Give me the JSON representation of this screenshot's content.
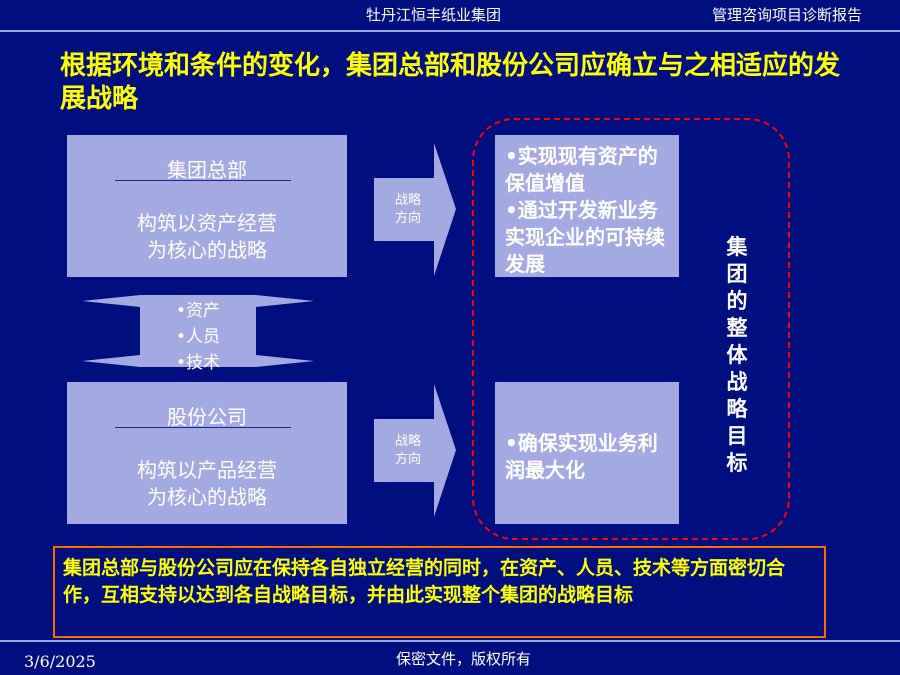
{
  "header": {
    "company": "牡丹江恒丰纸业集团",
    "report": "管理咨询项目诊断报告"
  },
  "title": "根据环境和条件的变化，集团总部和股份公司应确立与之相适应的发展战略",
  "boxes": {
    "hq": {
      "heading": "集团总部",
      "body_line1": "构筑以资产经营",
      "body_line2": "为核心的战略"
    },
    "company": {
      "heading": "股份公司",
      "body_line1": "构筑以产品经营",
      "body_line2": "为核心的战略"
    }
  },
  "double_arrow": {
    "items": [
      "•资产",
      "•人员",
      "•技术"
    ]
  },
  "arrows": {
    "top": {
      "line1": "战略",
      "line2": "方向"
    },
    "bottom": {
      "line1": "战略",
      "line2": "方向"
    }
  },
  "goals": {
    "top": [
      "•实现现有资产的保值增值",
      "•通过开发新业务实现企业的可持续发展"
    ],
    "bottom": [
      "•确保实现业务利润最大化"
    ]
  },
  "overall_label": "集团的整体战略目标",
  "conclusion": "集团总部与股份公司应在保持各自独立经营的同时，在资产、人员、技术等方面密切合作，互相支持以达到各自战略目标，并由此实现整个集团的战略目标",
  "footer": {
    "date": "3/6/2025",
    "confidential": "保密文件，版权所有"
  },
  "colors": {
    "background": "#000f80",
    "title": "#ffff00",
    "box": "#a4a9e2",
    "dashed_border": "#ff0000",
    "conclusion_border": "#ff6a00"
  }
}
